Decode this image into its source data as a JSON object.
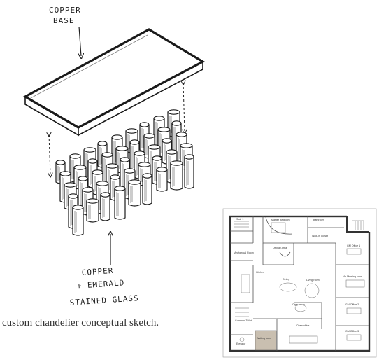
{
  "sketch": {
    "label_top": [
      "COPPER",
      "BASE"
    ],
    "label_bottom": [
      "COPPER",
      "+ EMERALD",
      "STAINED GLASS"
    ]
  },
  "caption": "custom chandelier conceptual sketch.",
  "floor_plan": {
    "rooms": [
      "Stair 1",
      "Master Bedroom",
      "Bathroom",
      "Display Area",
      "Walk-in Closet",
      "Mechanical Room",
      "GM Office 1",
      "Kitchen",
      "Dining",
      "Living room",
      "Vip Meeting room",
      "Cigar room",
      "GM Office 2",
      "Common Toilet",
      "Open office",
      "Waiting room",
      "GM Office 3",
      "Elevator"
    ]
  },
  "colors": {
    "ink": "#222222",
    "plan_line": "#555555",
    "waiting_fill": "#c9bfb0"
  }
}
